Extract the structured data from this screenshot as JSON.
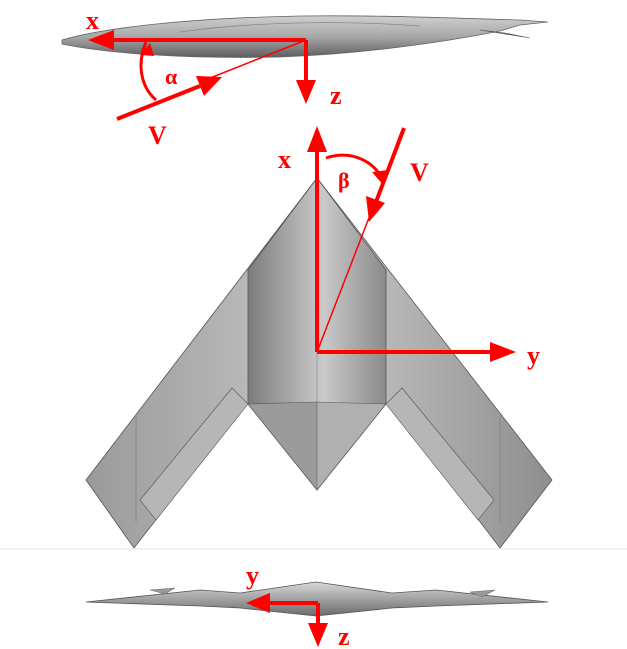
{
  "colors": {
    "arrow": "#ff0000",
    "skin_light": "#d8d8d8",
    "skin_mid": "#a9a9a9",
    "skin_dark": "#6f6f6f",
    "edge": "#555555",
    "background": "#ffffff"
  },
  "side_view": {
    "label_x": "x",
    "label_z": "z",
    "label_alpha": "α",
    "label_v": "V"
  },
  "top_view": {
    "label_x": "x",
    "label_y": "y",
    "label_beta": "β",
    "label_v": "V"
  },
  "front_view": {
    "label_y": "y",
    "label_z": "z"
  }
}
